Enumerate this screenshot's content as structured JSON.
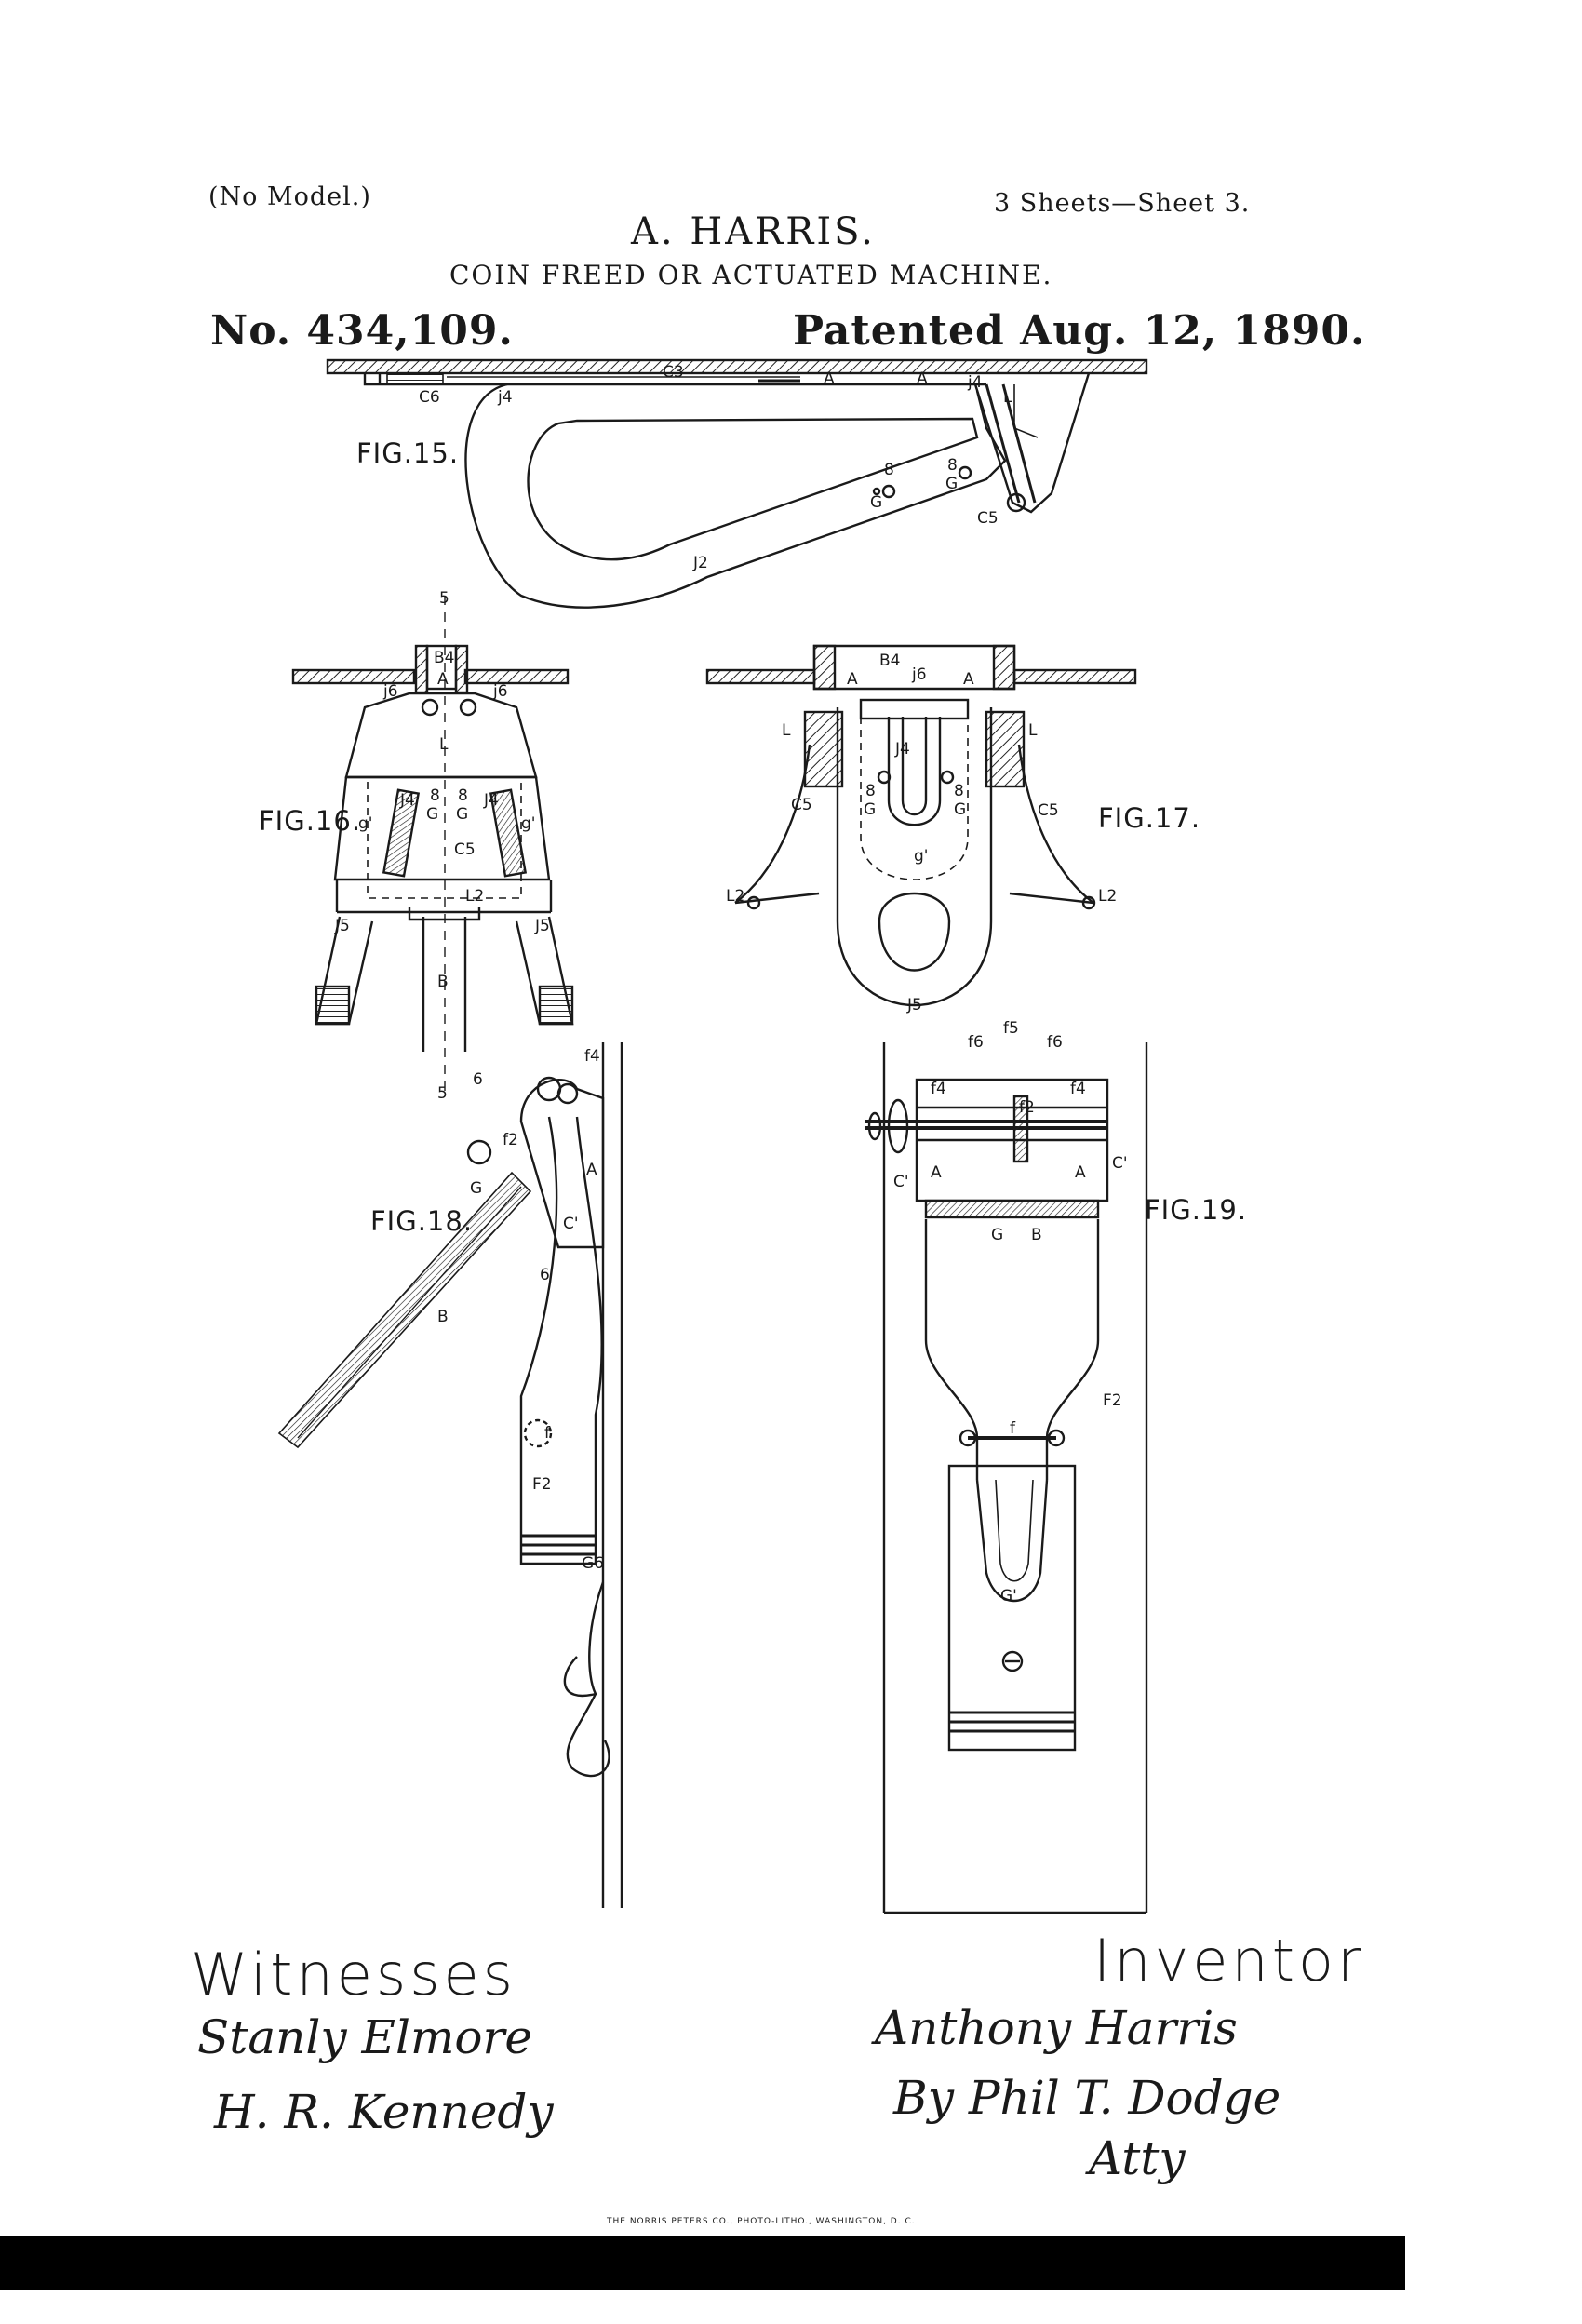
{
  "header": {
    "no_model": "(No Model.)",
    "sheets": "3 Sheets—Sheet 3.",
    "inventor_name": "A. HARRIS.",
    "title": "COIN FREED OR ACTUATED MACHINE.",
    "patent_number": "No. 434,109.",
    "patented_date": "Patented Aug. 12, 1890."
  },
  "figures": {
    "fig15": "FIG.15.",
    "fig16": "FIG.16.",
    "fig17": "FIG.17.",
    "fig18": "FIG.18.",
    "fig19": "FIG.19."
  },
  "reference_labels": {
    "fig15": [
      "C6",
      "j4",
      "C3",
      "A",
      "A",
      "j4",
      "L",
      "G",
      "8",
      "8",
      "G",
      "C5",
      "J2"
    ],
    "fig16": [
      "5",
      "B4",
      "A",
      "j6",
      "j6",
      "L",
      "J4",
      "8",
      "G",
      "8",
      "G",
      "J4",
      "g'",
      "g'",
      "C5",
      "L2",
      "J5",
      "J5",
      "B",
      "5"
    ],
    "fig17": [
      "B4",
      "A",
      "j6",
      "A",
      "L",
      "L",
      "J4",
      "C5",
      "8",
      "G",
      "8",
      "G",
      "C5",
      "g'",
      "L2",
      "L2",
      "J5"
    ],
    "fig18": [
      "f4",
      "6",
      "f2",
      "A",
      "G",
      "C'",
      "6",
      "B",
      "f",
      "F2",
      "G6"
    ],
    "fig19": [
      "f5",
      "f6",
      "f6",
      "f4",
      "f4",
      "f2",
      "A",
      "C'",
      "C'",
      "A",
      "G",
      "B",
      "F2",
      "f",
      "G'"
    ]
  },
  "signatures": {
    "witnesses_heading": "Witnesses",
    "witness_1": "Stanly Elmore",
    "witness_2": "H. R. Kennedy",
    "inventor_heading": "Inventor",
    "inventor_signature": "Anthony Harris",
    "attorney_signature": "By Phil T. Dodge",
    "attorney_suffix": "Atty"
  },
  "imprint": "THE NORRIS PETERS CO., PHOTO-LITHO., WASHINGTON, D. C."
}
